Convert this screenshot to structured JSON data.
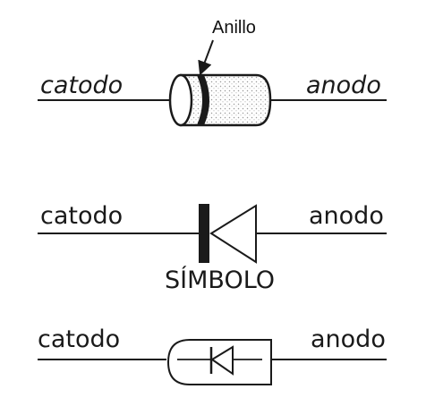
{
  "annotation": {
    "ring_label": "Anillo"
  },
  "rows": [
    {
      "cathode_label": "catodo",
      "anode_label": "anodo"
    },
    {
      "cathode_label": "catodo",
      "anode_label": "anodo",
      "caption": "SÍMBOLO"
    },
    {
      "cathode_label": "catodo",
      "anode_label": "anodo"
    }
  ],
  "colors": {
    "ink": "#1a1a1a",
    "paper": "#ffffff",
    "stipple": "#9a9a9a"
  }
}
